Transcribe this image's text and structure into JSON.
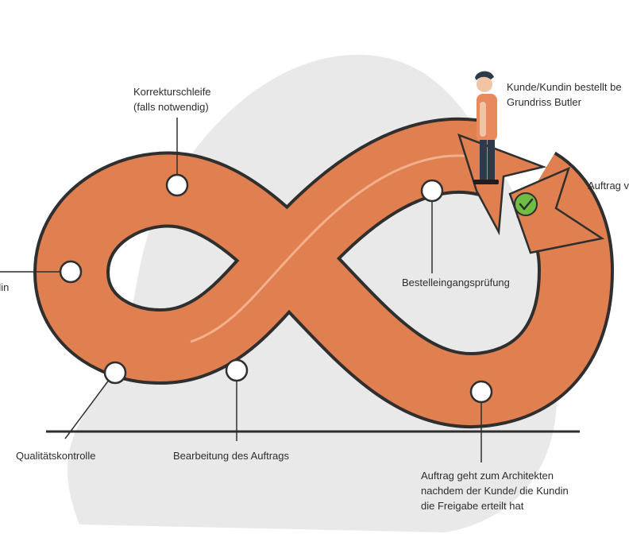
{
  "labels": {
    "correction_loop": [
      "Korrekturschleife",
      "(falls notwendig)"
    ],
    "customer_orders": [
      "Kunde/Kundin bestellt be",
      "Grundriss Butler"
    ],
    "order_cut": "Auftrag v",
    "left_cut": "din",
    "order_intake_check": "Bestelleingangsprüfung",
    "quality_control": "Qualitätskontrolle",
    "order_processing": "Bearbeitung des Auftrags",
    "to_architect": [
      "Auftrag geht zum Architekten",
      "nachdem der Kunde/ die Kundin",
      "die Freigabe erteilt hat"
    ]
  },
  "colors": {
    "loop_fill": "#e07f4f",
    "loop_outline": "#2f2f2f",
    "track_line": "#f2b08c",
    "node_fill": "#ffffff",
    "blob": "#e9e9e9",
    "check_green": "#6fbe44",
    "person_shirt": "#e88a5e",
    "person_pants": "#2e3a4a"
  },
  "icons": {
    "status": "checkmark-icon",
    "figure": "person-figure"
  }
}
